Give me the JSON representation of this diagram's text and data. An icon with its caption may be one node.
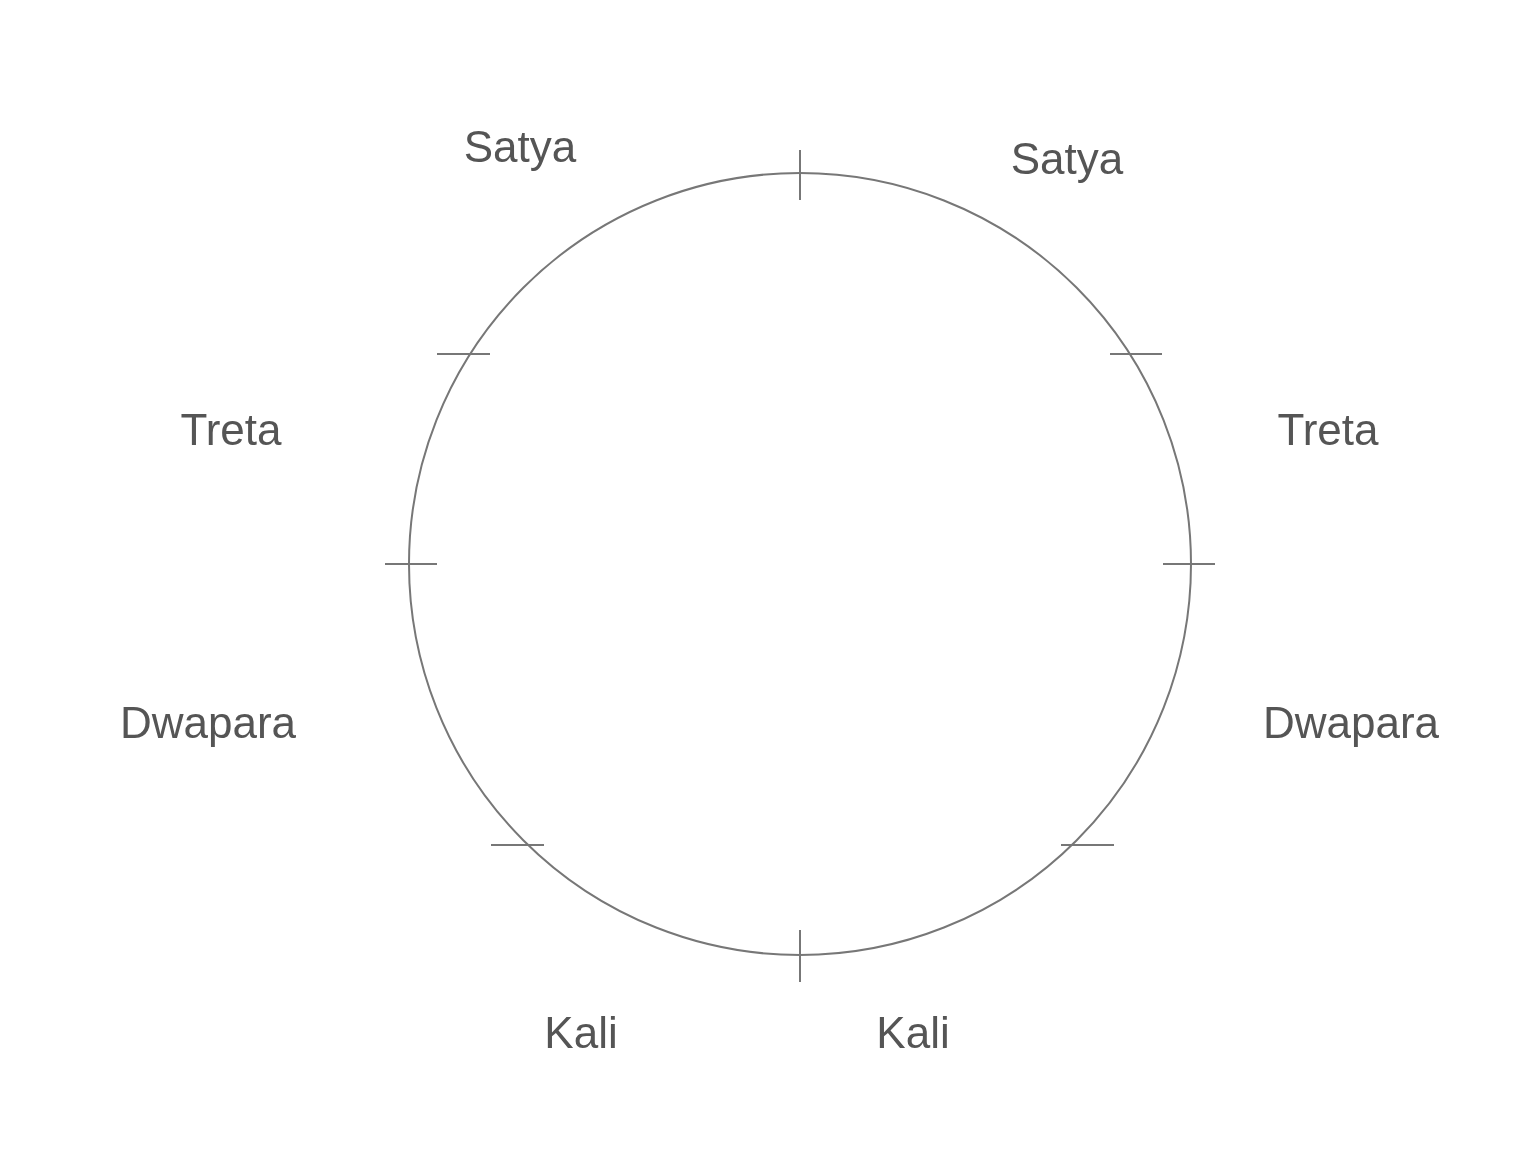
{
  "diagram": {
    "labels": [
      "Satya",
      "Satya",
      "Treta",
      "Treta",
      "Dwapara",
      "Dwapara",
      "Kali",
      "Kali"
    ]
  }
}
